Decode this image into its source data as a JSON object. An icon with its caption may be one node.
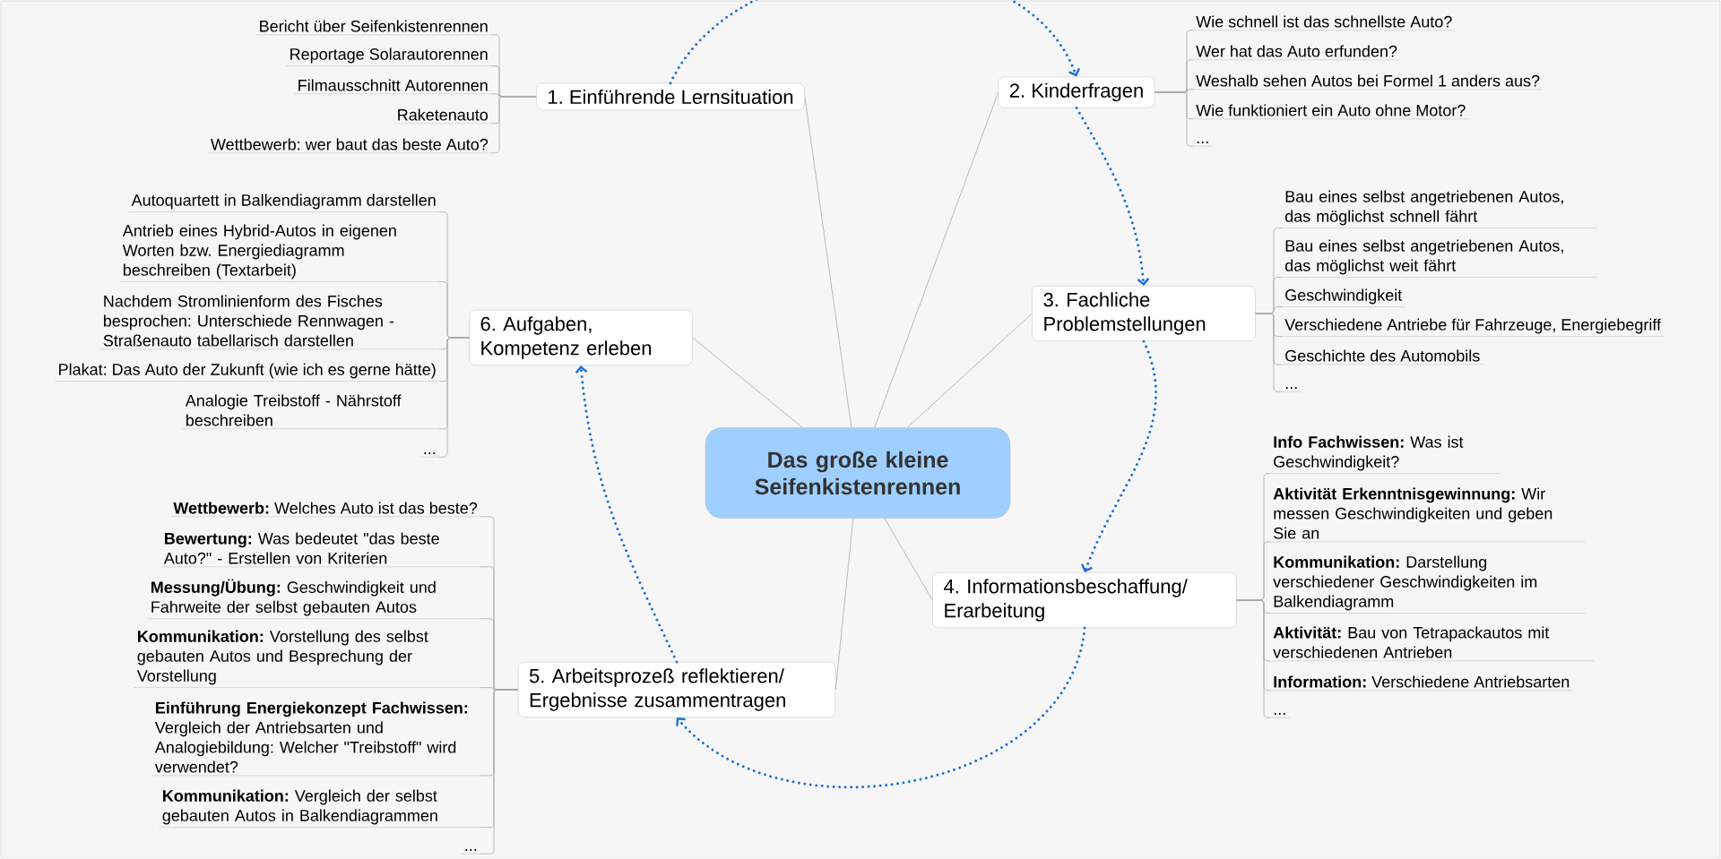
{
  "diagram": {
    "nodes": [
      {
        "text": [
          "Das große kleine Seifenkistenrennen"
        ]
      },
      {
        "text": [
          "1. Einführende Lernsituation"
        ]
      },
      {
        "text": [
          "2. Kinderfragen"
        ]
      },
      {
        "text": [
          "3. Fachliche Problemstellungen"
        ]
      },
      {
        "text": [
          "4. Informationsbeschaffung/ Erarbeitung"
        ]
      },
      {
        "text": [
          "5. Arbeitsprozeß reflektieren/ Ergebnisse zusammentragen"
        ]
      },
      {
        "text": [
          "6. Aufgaben, Kompetenz erleben"
        ]
      },
      {
        "text": [
          "Bericht über Seifenkistenrennen"
        ]
      },
      {
        "text": [
          "Reportage Solarautorennen"
        ]
      },
      {
        "text": [
          "Filmausschnitt Autorennen"
        ]
      },
      {
        "text": [
          "Raketenauto"
        ]
      },
      {
        "text": [
          "Wettbewerb: wer baut das beste Auto?"
        ]
      },
      {
        "text": [
          "Wie schnell ist das schnellste Auto?"
        ]
      },
      {
        "text": [
          "Wer hat das Auto erfunden?"
        ]
      },
      {
        "text": [
          "Weshalb sehen Autos bei Formel 1 anders aus?"
        ]
      },
      {
        "text": [
          "Wie funktioniert ein Auto ohne Motor?"
        ]
      },
      {
        "text": [
          "..."
        ]
      },
      {
        "text": [
          "Bau eines selbst angetriebenen Autos, das möglichst schnell fährt"
        ]
      },
      {
        "text": [
          "Bau eines selbst angetriebenen Autos, das möglichst weit fährt"
        ]
      },
      {
        "text": [
          "Geschwindigkeit"
        ]
      },
      {
        "text": [
          "Verschiedene Antriebe für Fahrzeuge, Energiebegriff"
        ]
      },
      {
        "text": [
          "Geschichte des Automobils"
        ]
      },
      {
        "text": [
          "..."
        ]
      },
      {
        "text": [
          "**Info Fachwissen:** Was ist Geschwindigkeit?"
        ]
      },
      {
        "text": [
          "**Aktivität Erkenntnisgewinnung:** Wir messen Geschwindigkeiten und geben Sie an"
        ]
      },
      {
        "text": [
          "**Kommunikation:** Darstellung verschiedener Geschwindigkeiten im Balkendiagramm"
        ]
      },
      {
        "text": [
          "**Aktivität:** Bau von Tetrapackautos mit verschiedenen Antrieben"
        ]
      },
      {
        "text": [
          "**Information:** Verschiedene Antriebsarten"
        ]
      },
      {
        "text": [
          "..."
        ]
      },
      {
        "text": [
          "**Wettbewerb:** Welches Auto ist das beste?"
        ]
      },
      {
        "text": [
          "**Bewertung:** Was bedeutet \"das beste Auto?\" - Erstellen von Kriterien"
        ]
      },
      {
        "text": [
          "**Messung/Übung:** Geschwindigkeit und Fahrweite der selbst gebauten Autos"
        ]
      },
      {
        "text": [
          "**Kommunikation:** Vorstellung des selbst gebauten Autos und Besprechung der Vorstellung"
        ]
      },
      {
        "text": [
          "**Einführung Energiekonzept Fachwissen:** Vergleich der Antriebsarten und Analogiebildung: Welcher \"Treibstoff\" wird verwendet?"
        ]
      },
      {
        "text": [
          "**Kommunikation:** Vergleich der selbst gebauten Autos in Balkendiagrammen"
        ]
      },
      {
        "text": [
          "..."
        ]
      },
      {
        "text": [
          "Autoquartett in Balkendiagramm darstellen"
        ]
      },
      {
        "text": [
          "Antrieb eines Hybrid-Autos in eigenen Worten bzw. Energiediagramm beschreiben (Textarbeit)"
        ]
      },
      {
        "text": [
          "Nachdem Stromlinienform des Fisches besprochen: Unterschiede Rennwagen - Straßenauto tabellarisch darstellen"
        ]
      },
      {
        "text": [
          "Plakat: Das Auto der Zukunft (wie ich es gerne hätte)"
        ]
      },
      {
        "text": [
          "Analogie Treibstoff - Nährstoff beschreiben"
        ]
      },
      {
        "text": [
          "..."
        ]
      }
    ],
    "edges": [
      {
        "from": 0,
        "to": 1,
        "arrow": "none"
      },
      {
        "from": 0,
        "to": 2,
        "arrow": "none"
      },
      {
        "from": 0,
        "to": 3,
        "arrow": "none"
      },
      {
        "from": 0,
        "to": 4,
        "arrow": "none"
      },
      {
        "from": 0,
        "to": 5,
        "arrow": "none"
      },
      {
        "from": 0,
        "to": 6,
        "arrow": "none"
      },
      {
        "from": 1,
        "to": 2,
        "arrow": "to",
        "style": "dashed",
        "color": "#1a6fd6"
      },
      {
        "from": 2,
        "to": 3,
        "arrow": "to",
        "style": "dashed",
        "color": "#1a6fd6"
      },
      {
        "from": 3,
        "to": 4,
        "arrow": "to",
        "style": "dashed",
        "color": "#1a6fd6"
      },
      {
        "from": 4,
        "to": 5,
        "arrow": "to",
        "style": "dashed",
        "color": "#1a6fd6"
      },
      {
        "from": 5,
        "to": 6,
        "arrow": "to",
        "style": "dashed",
        "color": "#1a6fd6"
      },
      {
        "from": 1,
        "to": 7,
        "arrow": "none"
      },
      {
        "from": 1,
        "to": 8,
        "arrow": "none"
      },
      {
        "from": 1,
        "to": 9,
        "arrow": "none"
      },
      {
        "from": 1,
        "to": 10,
        "arrow": "none"
      },
      {
        "from": 1,
        "to": 11,
        "arrow": "none"
      },
      {
        "from": 2,
        "to": 12,
        "arrow": "none"
      },
      {
        "from": 2,
        "to": 13,
        "arrow": "none"
      },
      {
        "from": 2,
        "to": 14,
        "arrow": "none"
      },
      {
        "from": 2,
        "to": 15,
        "arrow": "none"
      },
      {
        "from": 2,
        "to": 16,
        "arrow": "none"
      },
      {
        "from": 3,
        "to": 17,
        "arrow": "none"
      },
      {
        "from": 3,
        "to": 18,
        "arrow": "none"
      },
      {
        "from": 3,
        "to": 19,
        "arrow": "none"
      },
      {
        "from": 3,
        "to": 20,
        "arrow": "none"
      },
      {
        "from": 3,
        "to": 21,
        "arrow": "none"
      },
      {
        "from": 3,
        "to": 22,
        "arrow": "none"
      },
      {
        "from": 4,
        "to": 23,
        "arrow": "none"
      },
      {
        "from": 4,
        "to": 24,
        "arrow": "none"
      },
      {
        "from": 4,
        "to": 25,
        "arrow": "none"
      },
      {
        "from": 4,
        "to": 26,
        "arrow": "none"
      },
      {
        "from": 4,
        "to": 27,
        "arrow": "none"
      },
      {
        "from": 4,
        "to": 28,
        "arrow": "none"
      },
      {
        "from": 5,
        "to": 29,
        "arrow": "none"
      },
      {
        "from": 5,
        "to": 30,
        "arrow": "none"
      },
      {
        "from": 5,
        "to": 31,
        "arrow": "none"
      },
      {
        "from": 5,
        "to": 32,
        "arrow": "none"
      },
      {
        "from": 5,
        "to": 33,
        "arrow": "none"
      },
      {
        "from": 5,
        "to": 34,
        "arrow": "none"
      },
      {
        "from": 5,
        "to": 35,
        "arrow": "none"
      },
      {
        "from": 6,
        "to": 36,
        "arrow": "none"
      },
      {
        "from": 6,
        "to": 37,
        "arrow": "none"
      },
      {
        "from": 6,
        "to": 38,
        "arrow": "none"
      },
      {
        "from": 6,
        "to": 39,
        "arrow": "none"
      },
      {
        "from": 6,
        "to": 40,
        "arrow": "none"
      },
      {
        "from": 6,
        "to": 41,
        "arrow": "none"
      }
    ]
  }
}
